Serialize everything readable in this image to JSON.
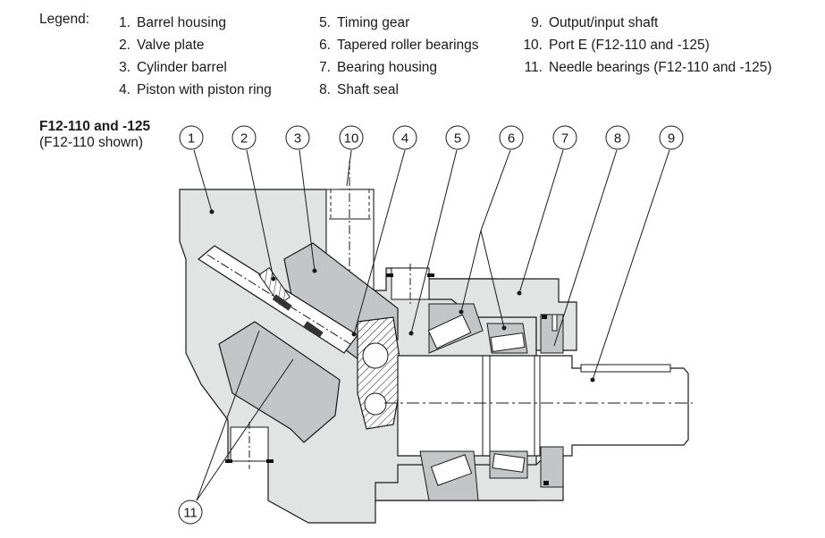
{
  "legend": {
    "label": "Legend:",
    "columns": [
      [
        {
          "num": "1.",
          "text": "Barrel housing"
        },
        {
          "num": "2.",
          "text": "Valve plate"
        },
        {
          "num": "3.",
          "text": "Cylinder barrel"
        },
        {
          "num": "4.",
          "text": "Piston with piston ring"
        }
      ],
      [
        {
          "num": "5.",
          "text": "Timing gear"
        },
        {
          "num": "6.",
          "text": "Tapered roller bearings"
        },
        {
          "num": "7.",
          "text": "Bearing housing"
        },
        {
          "num": "8.",
          "text": "Shaft seal"
        }
      ],
      [
        {
          "num": "9.",
          "text": "Output/input shaft"
        },
        {
          "num": "10.",
          "text": "Port E (F12-110 and -125)"
        },
        {
          "num": "11.",
          "text": "Needle bearings (F12-110 and -125)"
        }
      ]
    ]
  },
  "figure": {
    "title": "F12-110 and -125",
    "subtitle": "(F12-110 shown)"
  },
  "callouts": [
    "1",
    "2",
    "3",
    "10",
    "4",
    "5",
    "6",
    "7",
    "8",
    "9",
    "11"
  ],
  "colors": {
    "housing_light": "#e2e3e3",
    "part_mid": "#c4c5c6",
    "line": "#1a1a1a",
    "seal_black": "#111111"
  }
}
